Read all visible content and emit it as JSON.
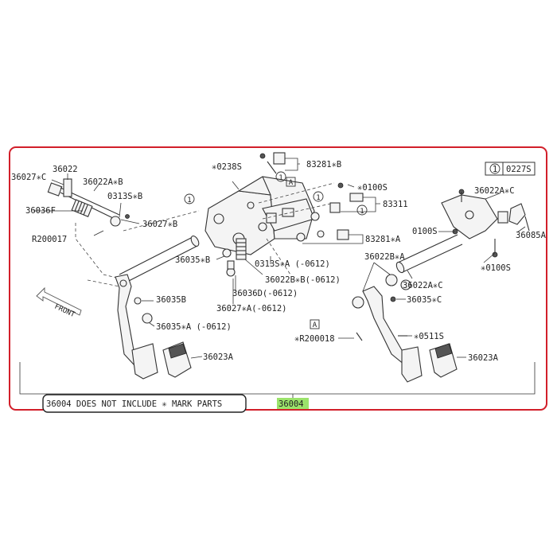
{
  "colors": {
    "frame": "#d21f2a",
    "highlight": "#9be36b",
    "ink": "#222222"
  },
  "note": "36004 DOES NOT INCLUDE ✳ MARK PARTS",
  "assembly_number": "36004",
  "revision": "0227S",
  "callout_index": "1",
  "frame_marker": "A",
  "front_label": "FRONT",
  "labels": {
    "l36027_c": "36027✳C",
    "l36022": "36022",
    "l36022a_b": "36022A✳B",
    "l0313s_b": "0313S✳B",
    "l36036f": "36036F",
    "l36027_b": "36027✳B",
    "lr200017": "R200017",
    "l0238s": "✳0238S",
    "l83281_b": "83281✳B",
    "l0100s_top": "✳0100S",
    "l83311": "83311",
    "l83281_a": "83281✳A",
    "l36035_b_upper": "36035✳B",
    "l0313s_a": "0313S✳A (-0612)",
    "l36022b_a": "36022B✳A",
    "l36022b_b": "36022B✳B(-0612)",
    "l36036d": "36036D(-0612)",
    "l36027_a": "36027✳A(-0612)",
    "l36035b": "36035B",
    "l36035_a": "36035✳A (-0612)",
    "l36023a_left": "36023A",
    "l36022a_c_right": "36022A✳C",
    "l0100s_right": "0100S",
    "l36085a": "36085A",
    "l0100s_right2": "✳0100S",
    "l36022a_c_mid": "36022A✳C",
    "l36035_c": "36035✳C",
    "lr200018": "✳R200018",
    "l0511s": "✳0511S",
    "l36023a_right": "36023A"
  }
}
